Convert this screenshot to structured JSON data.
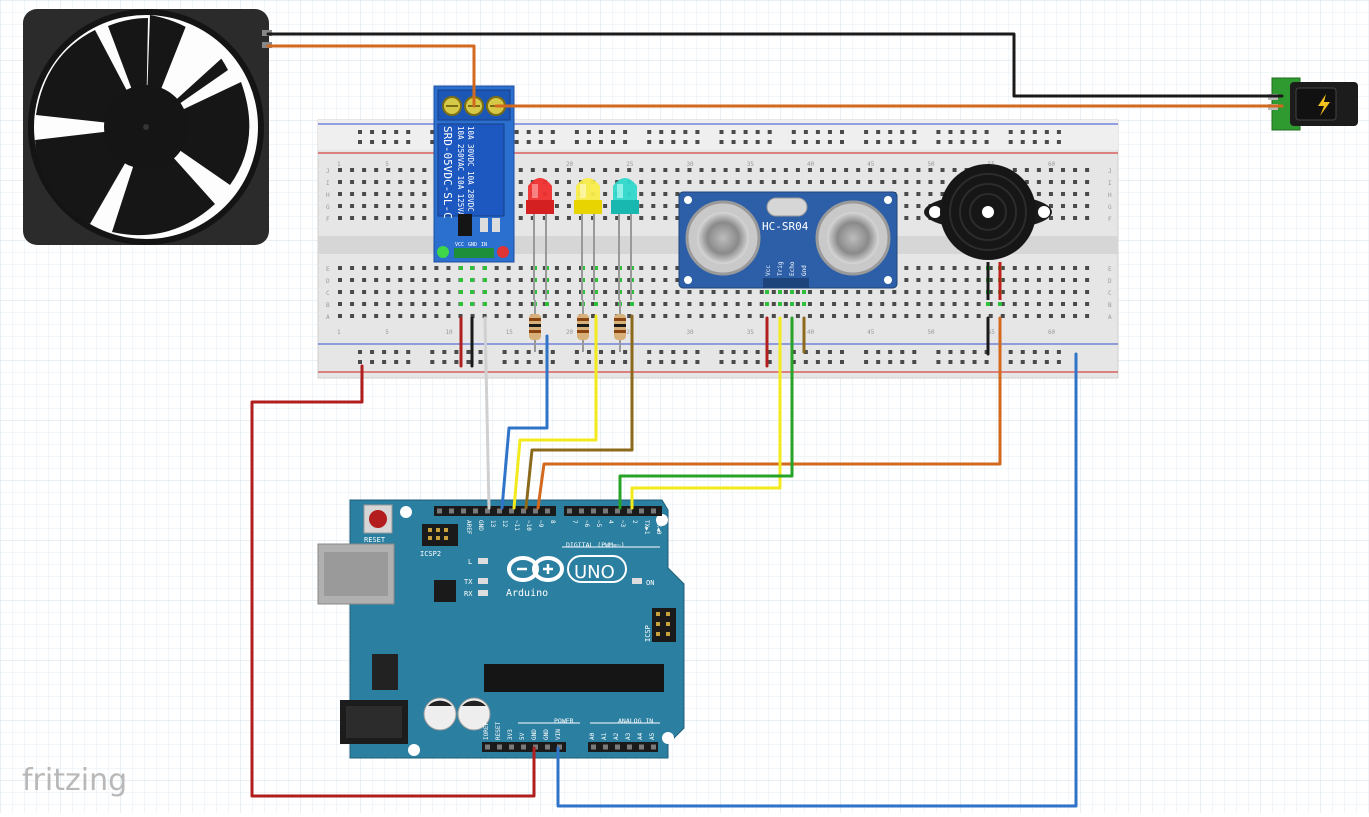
{
  "watermark": "fritzing",
  "colors": {
    "wire_black": "#1a1a1a",
    "wire_orange": "#d2691e",
    "wire_red": "#b01e1e",
    "wire_blue": "#2f74c8",
    "wire_yellow": "#f2ea1a",
    "wire_green": "#27a327",
    "wire_brown": "#8c6a1c",
    "wire_white": "#e8e8e8",
    "arduino": "#2b7fa0",
    "relay": "#2b6fcf",
    "sensor": "#2d5fa8",
    "breadboard": "#e4e4e4"
  },
  "breadboard": {
    "column_labels": [
      "1",
      "5",
      "10",
      "15",
      "20",
      "25",
      "30",
      "35",
      "40",
      "45",
      "50",
      "55",
      "60"
    ],
    "row_labels_top": [
      "J",
      "I",
      "H",
      "G",
      "F"
    ],
    "row_labels_bottom": [
      "E",
      "D",
      "C",
      "B",
      "A"
    ]
  },
  "relay": {
    "model": "SRD-05VDC-SL-C",
    "rating_lines": [
      "10A 250VAC  10A 125VAC",
      "10A 30VDC  10A 28VDC"
    ],
    "pins": [
      "VCC",
      "GND",
      "IN"
    ]
  },
  "sensor": {
    "model": "HC-SR04",
    "pins": [
      "Vcc",
      "Trig",
      "Echo",
      "Gnd"
    ]
  },
  "arduino": {
    "brand": "Arduino",
    "model": "UNO",
    "reset_label": "RESET",
    "icsp2_label": "ICSP2",
    "icsp_label": "ICSP",
    "digital_label": "DIGITAL (PWM=~)",
    "power_label": "POWER",
    "analog_label": "ANALOG IN",
    "led_labels": [
      "L",
      "TX",
      "RX"
    ],
    "on_label": "ON",
    "digital_pins": [
      "AREF",
      "GND",
      "13",
      "12",
      "~11",
      "~10",
      "~9",
      "8",
      "7",
      "~6",
      "~5",
      "4",
      "~3",
      "2",
      "TX▶1",
      "RX◀0"
    ],
    "power_pins": [
      "IOREF",
      "RESET",
      "3V3",
      "5V",
      "GND",
      "GND",
      "VIN"
    ],
    "analog_pins": [
      "A0",
      "A1",
      "A2",
      "A3",
      "A4",
      "A5"
    ]
  }
}
